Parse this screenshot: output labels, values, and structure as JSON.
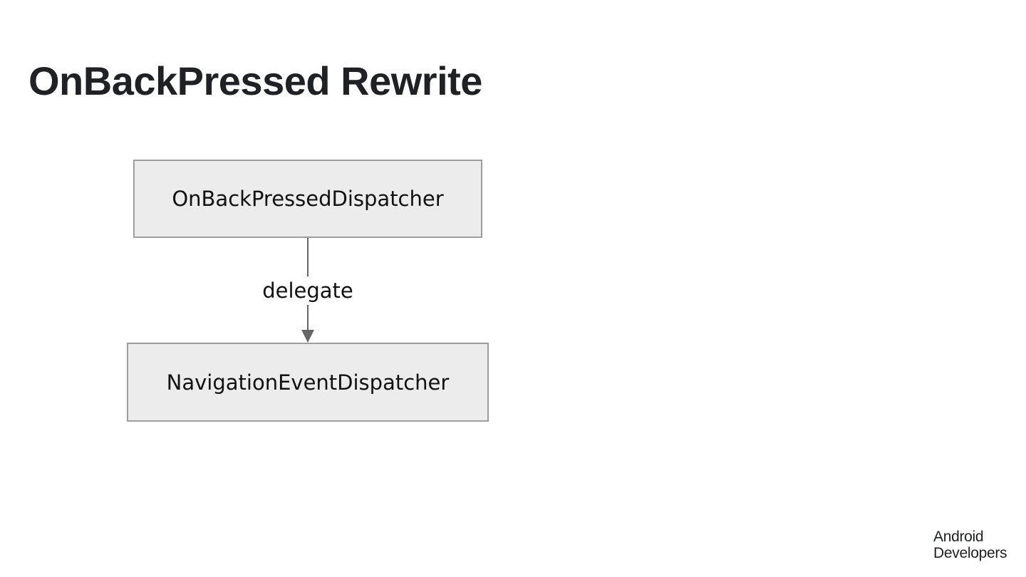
{
  "slide": {
    "title": "OnBackPressed Rewrite"
  },
  "diagram": {
    "nodes": [
      {
        "id": "top",
        "label": "OnBackPressedDispatcher"
      },
      {
        "id": "bottom",
        "label": "NavigationEventDispatcher"
      }
    ],
    "edges": [
      {
        "from": "top",
        "to": "bottom",
        "label": "delegate"
      }
    ]
  },
  "branding": {
    "line1": "Android",
    "line2": "Developers"
  },
  "colors": {
    "title": "#202124",
    "node_fill": "#ececec",
    "node_border": "#9e9e9e",
    "edge": "#666666"
  }
}
